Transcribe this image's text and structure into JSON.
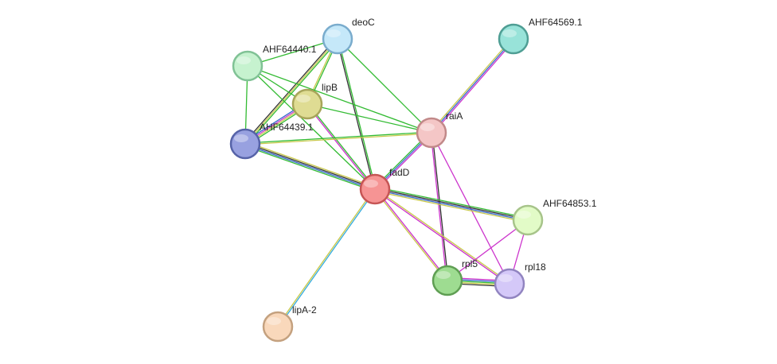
{
  "nodes": [
    {
      "id": "deoC",
      "label": "deoC",
      "color": "#c5e8f9",
      "stroke": "#7aaccd"
    },
    {
      "id": "AHF64569.1",
      "label": "AHF64569.1",
      "color": "#98e3d9",
      "stroke": "#4f9e94"
    },
    {
      "id": "AHF64440.1",
      "label": "AHF64440.1",
      "color": "#c6f2cf",
      "stroke": "#80c295"
    },
    {
      "id": "lipB",
      "label": "lipB",
      "color": "#dfdc93",
      "stroke": "#a8a55a"
    },
    {
      "id": "raiA",
      "label": "raiA",
      "color": "#f4c6c6",
      "stroke": "#c18989"
    },
    {
      "id": "AHF64439.1",
      "label": "AHF64439.1",
      "color": "#98a1e0",
      "stroke": "#5663a8"
    },
    {
      "id": "fadD",
      "label": "fadD",
      "color": "#f69494",
      "stroke": "#c65555"
    },
    {
      "id": "AHF64853.1",
      "label": "AHF64853.1",
      "color": "#e2fbc7",
      "stroke": "#a7c48a"
    },
    {
      "id": "rpl5",
      "label": "rpl5",
      "color": "#9edc91",
      "stroke": "#5f9e53"
    },
    {
      "id": "rpl18",
      "label": "rpl18",
      "color": "#d4c8f8",
      "stroke": "#9184c0"
    },
    {
      "id": "lipA-2",
      "label": "lipA-2",
      "color": "#f9d8bb",
      "stroke": "#c4a17f"
    }
  ],
  "edges": [
    {
      "from": "deoC",
      "to": "AHF64440.1",
      "colors": [
        "#33bb33"
      ]
    },
    {
      "from": "deoC",
      "to": "lipB",
      "colors": [
        "#33bb33",
        "#c8c84a"
      ]
    },
    {
      "from": "deoC",
      "to": "AHF64439.1",
      "colors": [
        "#33bb33",
        "#c8c84a",
        "#333333"
      ]
    },
    {
      "from": "deoC",
      "to": "raiA",
      "colors": [
        "#33bb33"
      ]
    },
    {
      "from": "deoC",
      "to": "fadD",
      "colors": [
        "#33bb33",
        "#333333"
      ]
    },
    {
      "from": "AHF64440.1",
      "to": "lipB",
      "colors": [
        "#33bb33"
      ]
    },
    {
      "from": "AHF64440.1",
      "to": "AHF64439.1",
      "colors": [
        "#33bb33"
      ]
    },
    {
      "from": "AHF64440.1",
      "to": "raiA",
      "colors": [
        "#33bb33"
      ]
    },
    {
      "from": "AHF64440.1",
      "to": "fadD",
      "colors": [
        "#33bb33"
      ]
    },
    {
      "from": "lipB",
      "to": "AHF64439.1",
      "colors": [
        "#33bb33",
        "#c8c84a",
        "#cc33cc",
        "#3366cc"
      ]
    },
    {
      "from": "lipB",
      "to": "raiA",
      "colors": [
        "#33bb33"
      ]
    },
    {
      "from": "lipB",
      "to": "fadD",
      "colors": [
        "#33bb33",
        "#cc33cc"
      ]
    },
    {
      "from": "AHF64439.1",
      "to": "raiA",
      "colors": [
        "#33bb33",
        "#c8c84a"
      ]
    },
    {
      "from": "AHF64439.1",
      "to": "fadD",
      "colors": [
        "#c8c84a",
        "#333333",
        "#3366cc",
        "#33bb33"
      ]
    },
    {
      "from": "AHF64569.1",
      "to": "raiA",
      "colors": [
        "#cc33cc",
        "#3366cc",
        "#c8c84a"
      ]
    },
    {
      "from": "raiA",
      "to": "fadD",
      "colors": [
        "#cc33cc",
        "#3366cc",
        "#33bb33"
      ]
    },
    {
      "from": "raiA",
      "to": "rpl5",
      "colors": [
        "#333333",
        "#cc33cc"
      ]
    },
    {
      "from": "raiA",
      "to": "rpl18",
      "colors": [
        "#cc33cc"
      ]
    },
    {
      "from": "fadD",
      "to": "AHF64853.1",
      "colors": [
        "#33bb33",
        "#333333",
        "#3366cc",
        "#c8c84a"
      ]
    },
    {
      "from": "fadD",
      "to": "rpl5",
      "colors": [
        "#cc33cc",
        "#c8c84a"
      ]
    },
    {
      "from": "fadD",
      "to": "rpl18",
      "colors": [
        "#c8c84a",
        "#cc33cc"
      ]
    },
    {
      "from": "fadD",
      "to": "lipA-2",
      "colors": [
        "#33aadd",
        "#c8c84a"
      ]
    },
    {
      "from": "AHF64853.1",
      "to": "rpl5",
      "colors": [
        "#cc33cc"
      ]
    },
    {
      "from": "AHF64853.1",
      "to": "rpl18",
      "colors": [
        "#cc33cc"
      ]
    },
    {
      "from": "rpl5",
      "to": "rpl18",
      "colors": [
        "#cc33cc",
        "#3366cc",
        "#33bb33",
        "#c8c84a",
        "#333333"
      ]
    }
  ]
}
